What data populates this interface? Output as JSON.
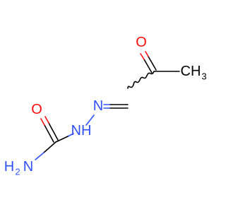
{
  "colors": {
    "carbon": "#000000",
    "oxygen": "#ff0d0d",
    "nitrogen": "#3050f8",
    "background": "#ffffff"
  },
  "atoms": {
    "ketone_oxygen": "O",
    "methyl": "CH",
    "methyl_sub": "3",
    "imine_nitrogen": "N",
    "hydrazide_nitrogen": "NH",
    "amide_oxygen": "O",
    "amine": "H",
    "amine_sub": "2",
    "amine_n": "N"
  }
}
